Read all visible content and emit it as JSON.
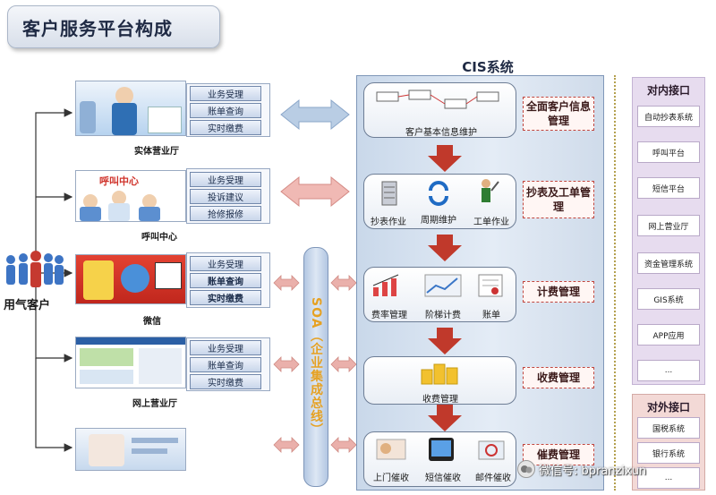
{
  "title": "客户服务平台构成",
  "customer_label": "用气客户",
  "cis": {
    "title": "CIS系统"
  },
  "channels": [
    {
      "name": "实体营业厅",
      "services": [
        "业务受理",
        "账单查询",
        "实时缴费"
      ]
    },
    {
      "name": "呼叫中心",
      "banner": "呼叫中心",
      "services": [
        "业务受理",
        "投诉建议",
        "抢修报修"
      ]
    },
    {
      "name": "微信",
      "services": [
        "业务受理",
        "账单查询",
        "实时缴费"
      ]
    },
    {
      "name": "网上营业厅",
      "services": [
        "业务受理",
        "账单查询",
        "实时缴费"
      ]
    },
    {
      "name": ""
    }
  ],
  "soa_label": "SOA（企业集成总线）",
  "modules": [
    {
      "labels": [
        "客户基本信息维护"
      ],
      "mgmt": "全面客户信息管理"
    },
    {
      "labels": [
        "抄表作业",
        "周期维护",
        "工单作业"
      ],
      "mgmt": "抄表及工单管理"
    },
    {
      "labels": [
        "费率管理",
        "阶梯计费",
        "账单"
      ],
      "mgmt": "计费管理"
    },
    {
      "labels": [
        "收费管理"
      ],
      "mgmt": "收费管理"
    },
    {
      "labels": [
        "上门催收",
        "短信催收",
        "邮件催收"
      ],
      "mgmt": "催费管理"
    }
  ],
  "internal": {
    "title": "对内接口",
    "items": [
      "自动抄表系统",
      "呼叫平台",
      "短信平台",
      "网上营业厅",
      "资金管理系统",
      "GIS系统",
      "APP应用",
      "..."
    ]
  },
  "external": {
    "title": "对外接口",
    "items": [
      "国税系统",
      "银行系统",
      "..."
    ]
  },
  "watermark": "微信号: bpranzixun",
  "colors": {
    "arrow_red": "#c0392b",
    "arrow_blue": "#9db7d6",
    "arrow_pink": "#e9a9a4",
    "soa_text": "#e6a122"
  }
}
